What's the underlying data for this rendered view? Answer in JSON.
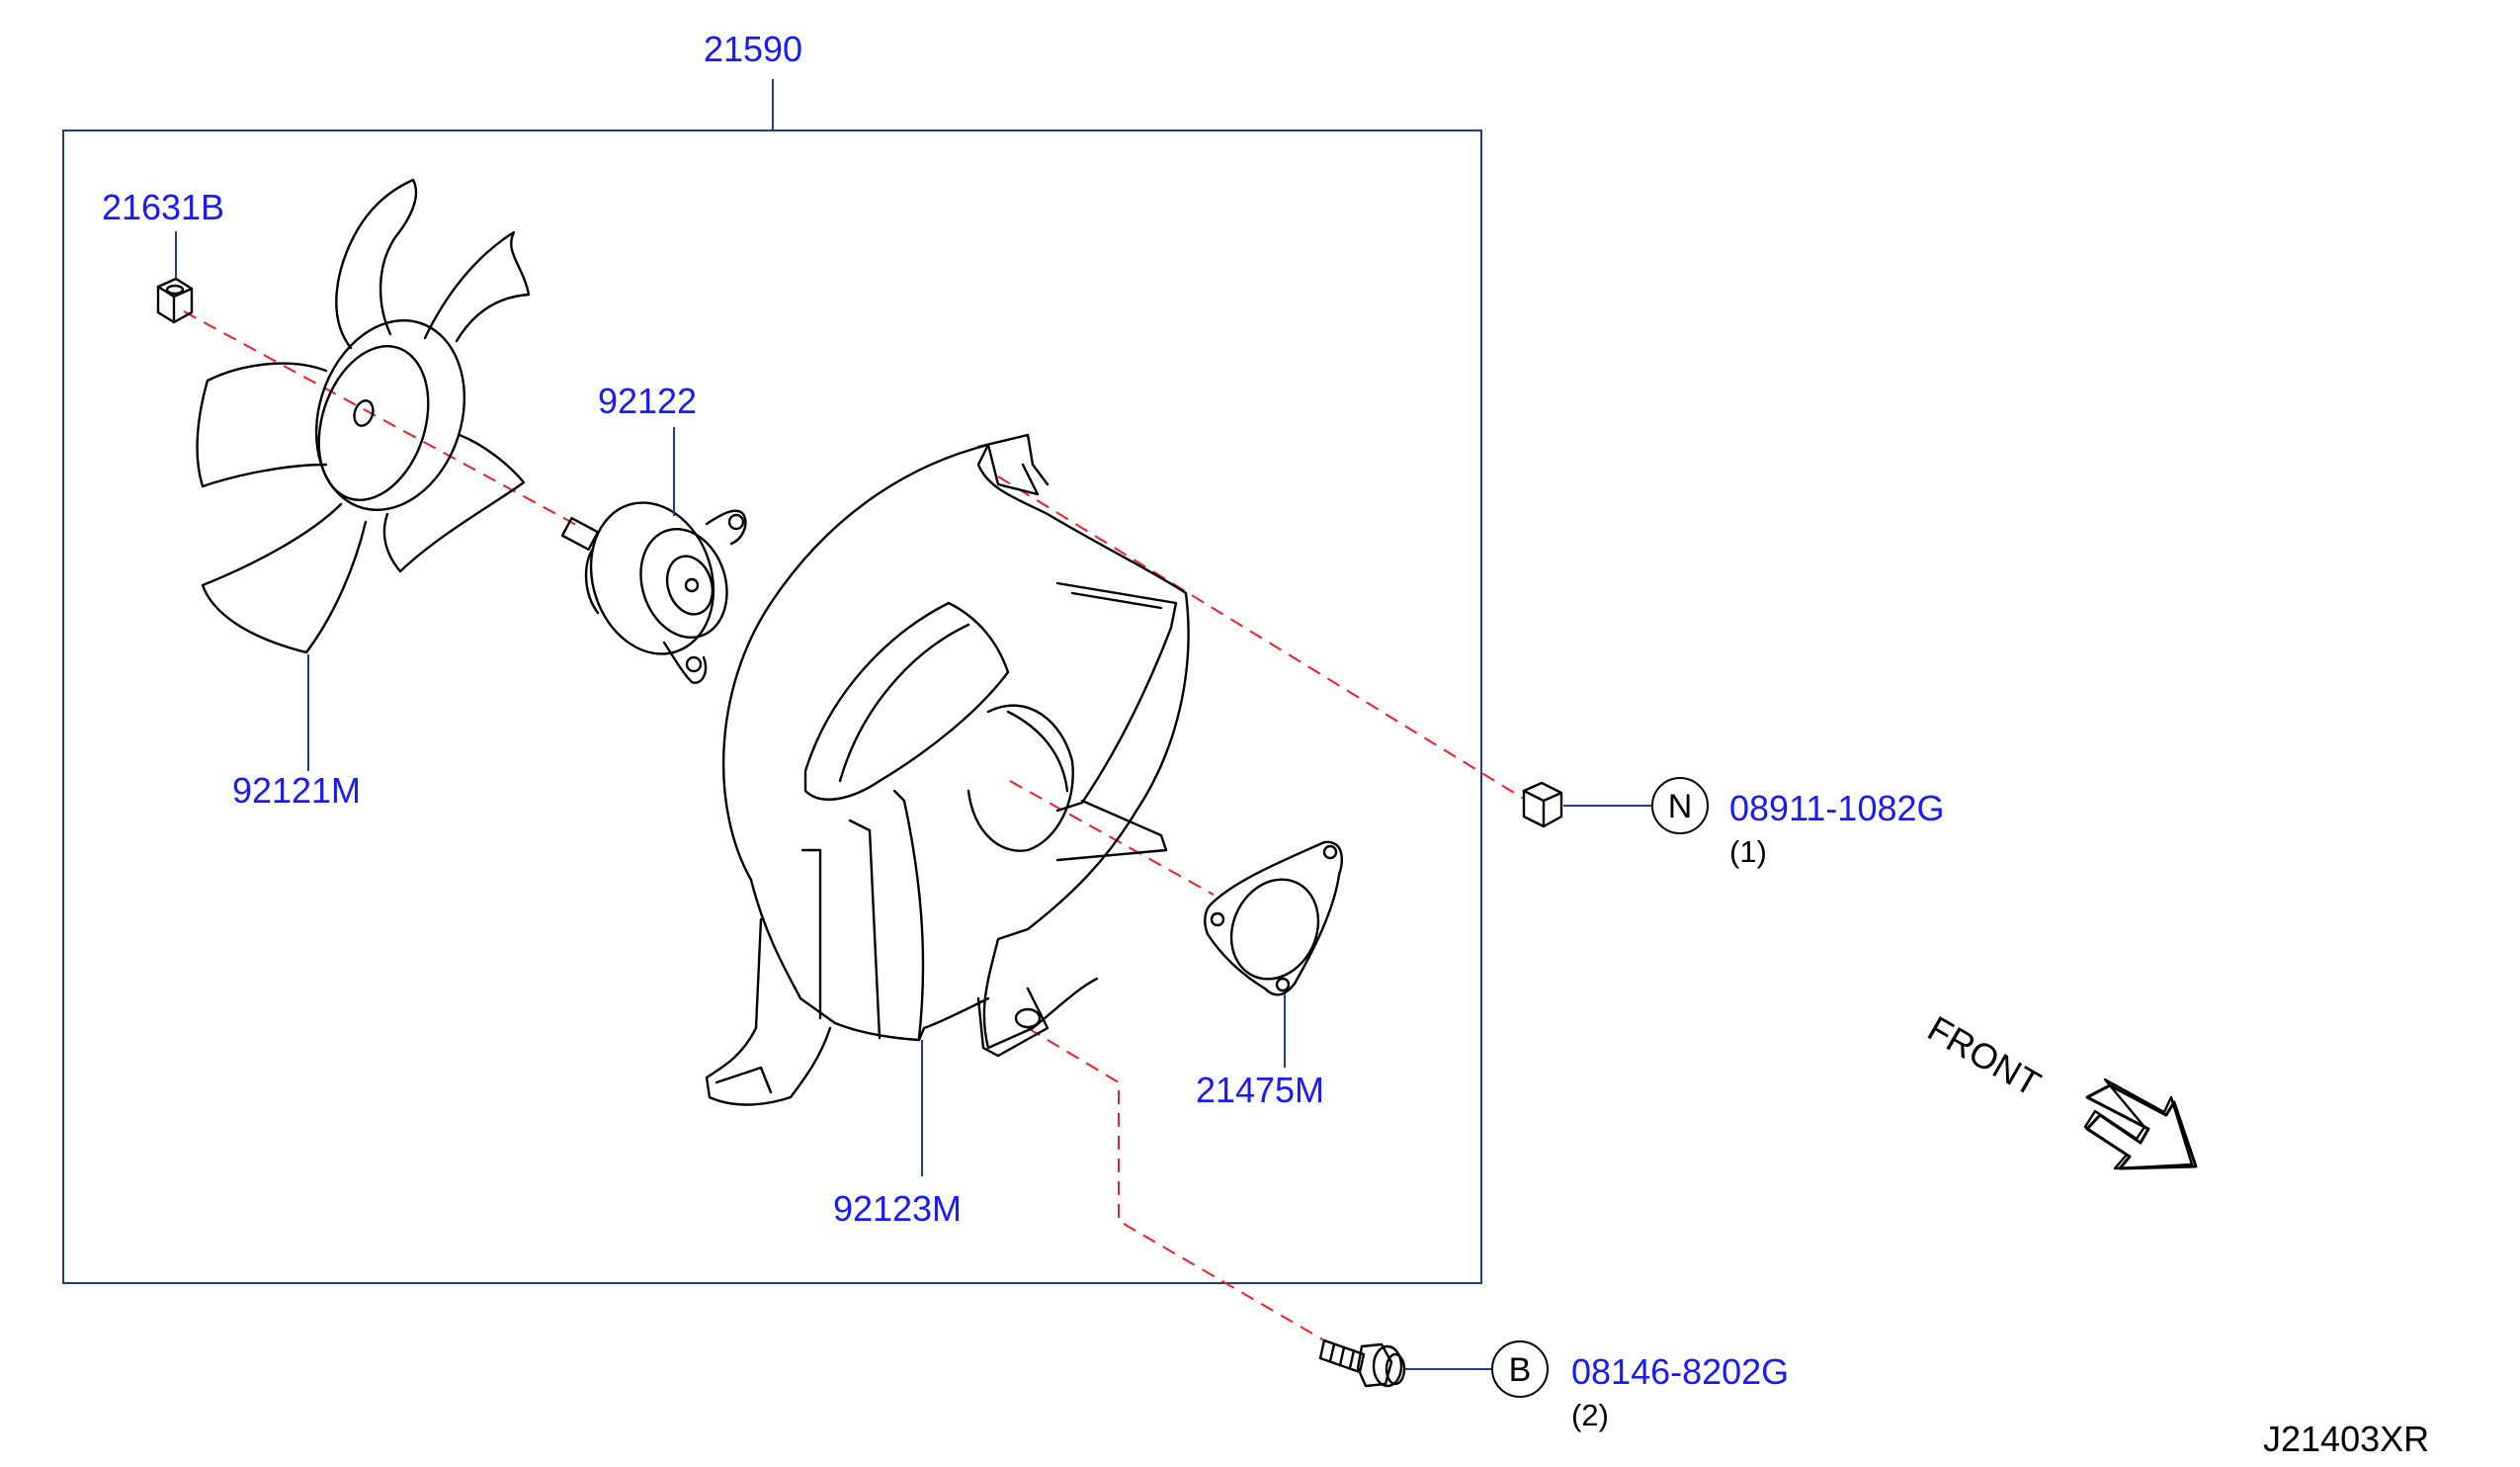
{
  "diagram": {
    "assembly_number": "21590",
    "reference_code": "J21403XR",
    "direction_label": "FRONT",
    "colors": {
      "part_label": "#1a1aff",
      "leader_line": "#1f3d8a",
      "dashed_line": "#e8202a",
      "frame": "#1f3d8a",
      "drawing": "#000000"
    },
    "parts": [
      {
        "number": "21631B",
        "item": "nut"
      },
      {
        "number": "92122",
        "item": "motor"
      },
      {
        "number": "92121M",
        "item": "fan"
      },
      {
        "number": "92123M",
        "item": "shroud"
      },
      {
        "number": "21475M",
        "item": "gasket"
      }
    ],
    "fasteners": [
      {
        "symbol": "N",
        "number": "08911-1082G",
        "quantity": "(1)"
      },
      {
        "symbol": "B",
        "number": "08146-8202G",
        "quantity": "(2)"
      }
    ]
  }
}
